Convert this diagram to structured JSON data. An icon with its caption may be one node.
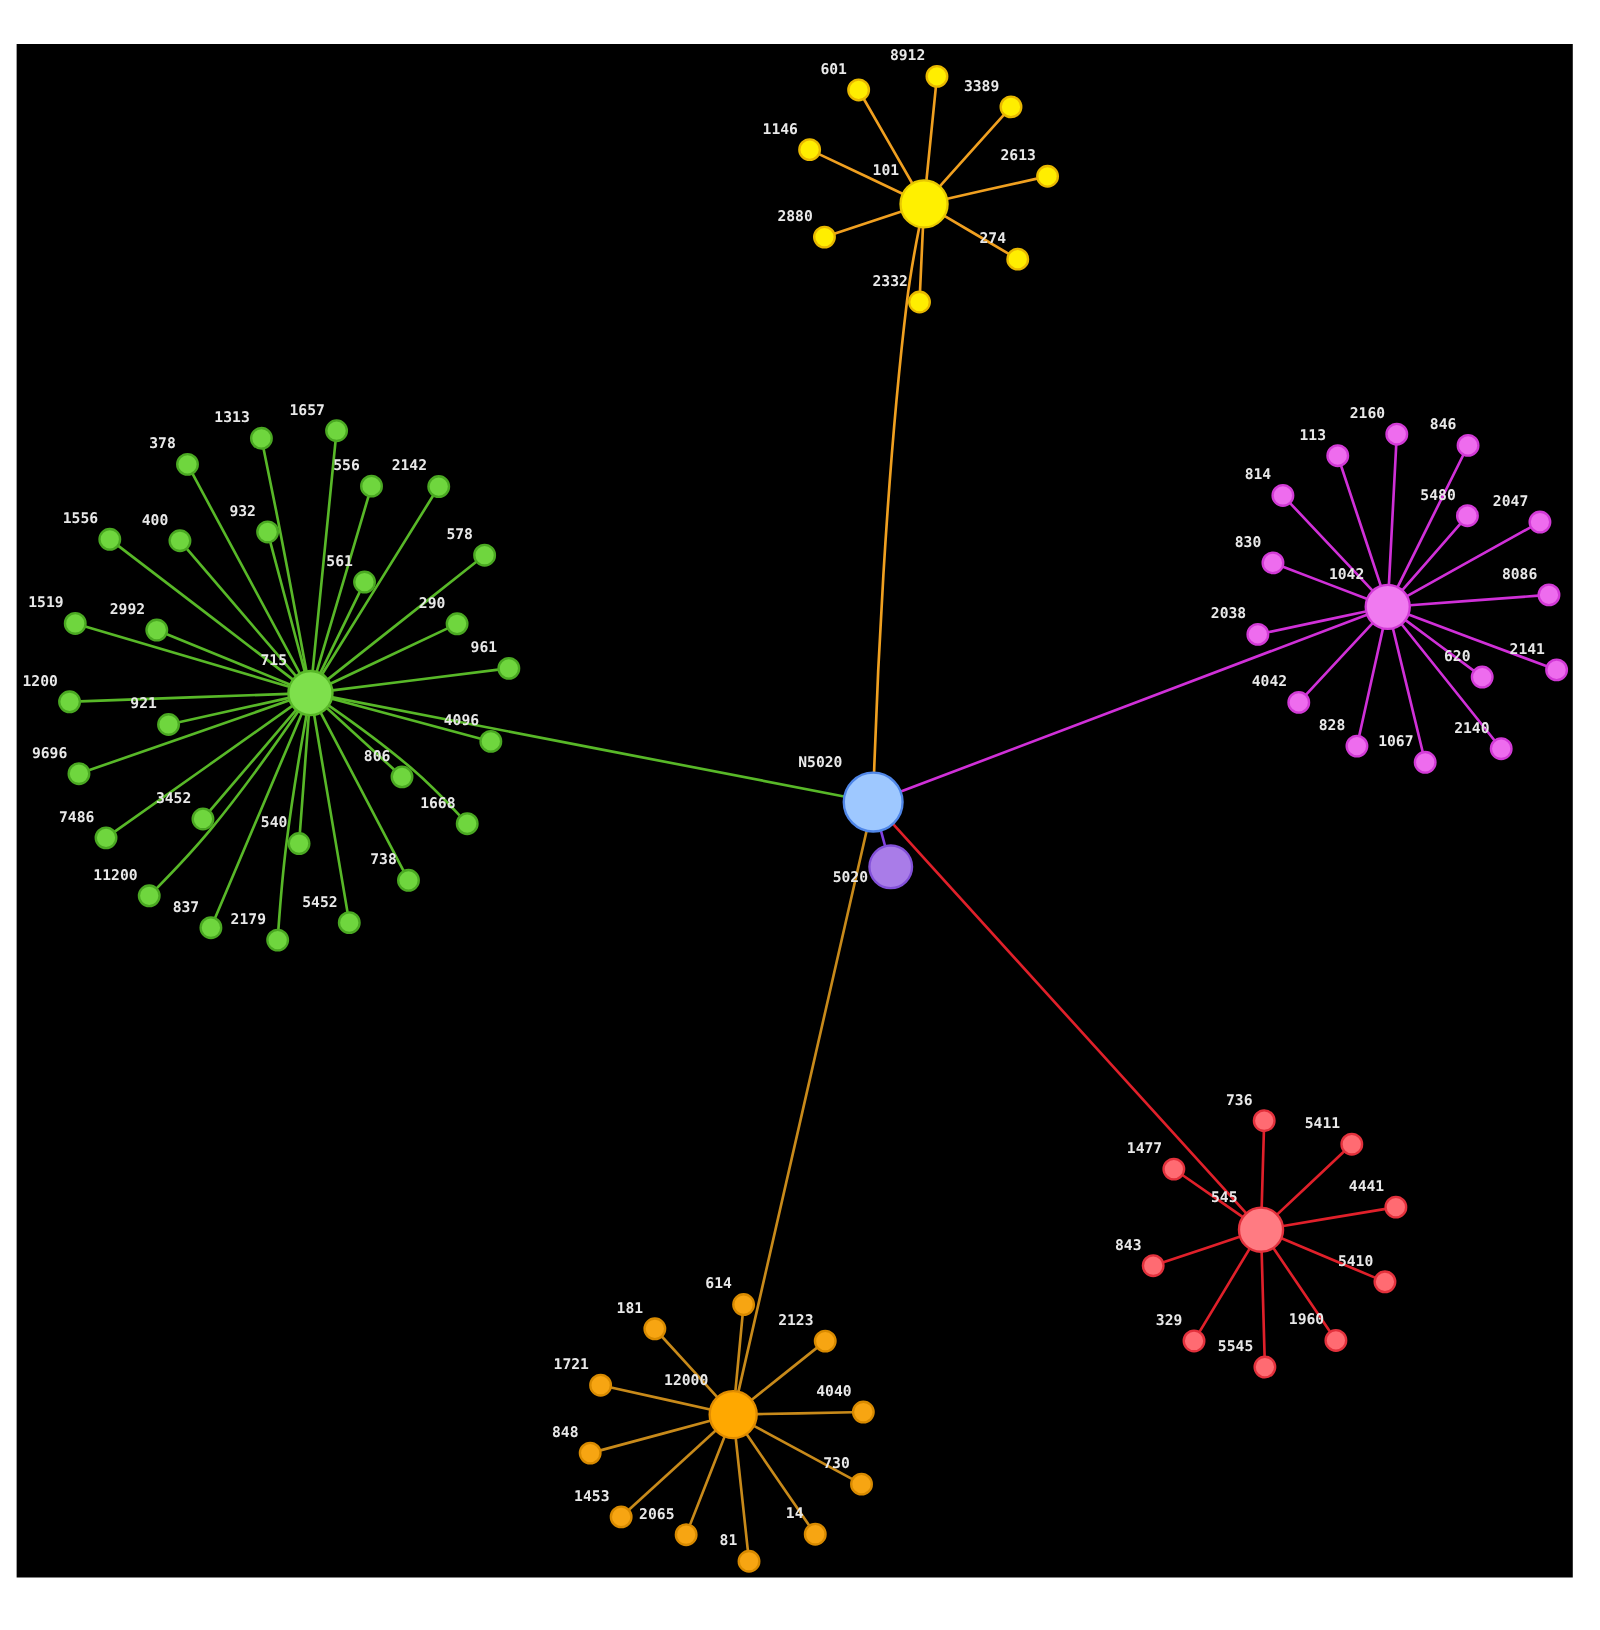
{
  "diagram": {
    "nodes": [
      {
        "text": [
          "N5020"
        ]
      },
      {
        "text": [
          "545"
        ]
      },
      {
        "text": [
          "5545"
        ]
      },
      {
        "text": [
          "736"
        ]
      },
      {
        "text": [
          "5411"
        ]
      },
      {
        "text": [
          "1477"
        ]
      },
      {
        "text": [
          "843"
        ]
      },
      {
        "text": [
          "4441"
        ]
      },
      {
        "text": [
          "329"
        ]
      },
      {
        "text": [
          "5410"
        ]
      },
      {
        "text": [
          "1960"
        ]
      },
      {
        "text": [
          "715"
        ]
      },
      {
        "text": [
          "4096"
        ]
      },
      {
        "text": [
          "961"
        ]
      },
      {
        "text": [
          "1313"
        ]
      },
      {
        "text": [
          "5452"
        ]
      },
      {
        "text": [
          "738"
        ]
      },
      {
        "text": [
          "1556"
        ]
      },
      {
        "text": [
          "1519"
        ]
      },
      {
        "text": [
          "2992"
        ]
      },
      {
        "text": [
          "3452"
        ]
      },
      {
        "text": [
          "7486"
        ]
      },
      {
        "text": [
          "556"
        ]
      },
      {
        "text": [
          "2142"
        ]
      },
      {
        "text": [
          "378"
        ]
      },
      {
        "text": [
          "2179"
        ]
      },
      {
        "text": [
          "578"
        ]
      },
      {
        "text": [
          "921"
        ]
      },
      {
        "text": [
          "837"
        ]
      },
      {
        "text": [
          "1668"
        ]
      },
      {
        "text": [
          "932"
        ]
      },
      {
        "text": [
          "806"
        ]
      },
      {
        "text": [
          "11200"
        ]
      },
      {
        "text": [
          "400"
        ]
      },
      {
        "text": [
          "290"
        ]
      },
      {
        "text": [
          "540"
        ]
      },
      {
        "text": [
          "561"
        ]
      },
      {
        "text": [
          "1657"
        ]
      },
      {
        "text": [
          "1200"
        ]
      },
      {
        "text": [
          "9696"
        ]
      },
      {
        "text": [
          "1042"
        ]
      },
      {
        "text": [
          "814"
        ]
      },
      {
        "text": [
          "830"
        ]
      },
      {
        "text": [
          "5480"
        ]
      },
      {
        "text": [
          "620"
        ]
      },
      {
        "text": [
          "4042"
        ]
      },
      {
        "text": [
          "2140"
        ]
      },
      {
        "text": [
          "1067"
        ]
      },
      {
        "text": [
          "8086"
        ]
      },
      {
        "text": [
          "2141"
        ]
      },
      {
        "text": [
          "2038"
        ]
      },
      {
        "text": [
          "2047"
        ]
      },
      {
        "text": [
          "2160"
        ]
      },
      {
        "text": [
          "113"
        ]
      },
      {
        "text": [
          "846"
        ]
      },
      {
        "text": [
          "828"
        ]
      },
      {
        "text": [
          "5020"
        ]
      },
      {
        "text": [
          "101"
        ]
      },
      {
        "text": [
          "2613"
        ]
      },
      {
        "text": [
          "1146"
        ]
      },
      {
        "text": [
          "601"
        ]
      },
      {
        "text": [
          "8912"
        ]
      },
      {
        "text": [
          "2880"
        ]
      },
      {
        "text": [
          "3389"
        ]
      },
      {
        "text": [
          "274"
        ]
      },
      {
        "text": [
          "2332"
        ]
      },
      {
        "text": [
          "12000"
        ]
      },
      {
        "text": [
          "4040"
        ]
      },
      {
        "text": [
          "14"
        ]
      },
      {
        "text": [
          "1721"
        ]
      },
      {
        "text": [
          "81"
        ]
      },
      {
        "text": [
          "614"
        ]
      },
      {
        "text": [
          "181"
        ]
      },
      {
        "text": [
          "848"
        ]
      },
      {
        "text": [
          "2065"
        ]
      },
      {
        "text": [
          "730"
        ]
      },
      {
        "text": [
          "2123"
        ]
      },
      {
        "text": [
          "1453"
        ]
      }
    ],
    "edges": [
      {
        "from": 0,
        "to": 1,
        "arrow": "none",
        "color": "#e0202a"
      },
      {
        "from": 0,
        "to": 11,
        "arrow": "none"
      },
      {
        "from": 0,
        "to": 40,
        "arrow": "none",
        "color": "#d030d8"
      },
      {
        "from": 0,
        "to": 56,
        "arrow": "none",
        "color": "#8040e0"
      },
      {
        "from": 0,
        "to": 57,
        "arrow": "none",
        "color": "#f0a020"
      },
      {
        "from": 0,
        "to": 66,
        "arrow": "none",
        "color": "#c88a1a"
      },
      {
        "from": 1,
        "to": 2,
        "arrow": "none",
        "color": "#e0202a"
      },
      {
        "from": 1,
        "to": 3,
        "arrow": "none",
        "color": "#e0202a"
      },
      {
        "from": 1,
        "to": 4,
        "arrow": "none",
        "color": "#e0202a"
      },
      {
        "from": 1,
        "to": 5,
        "arrow": "none",
        "color": "#e0202a"
      },
      {
        "from": 1,
        "to": 6,
        "arrow": "none",
        "color": "#e0202a"
      },
      {
        "from": 1,
        "to": 7,
        "arrow": "none",
        "color": "#e0202a"
      },
      {
        "from": 1,
        "to": 8,
        "arrow": "none",
        "color": "#e0202a"
      },
      {
        "from": 1,
        "to": 9,
        "arrow": "none",
        "color": "#e0202a"
      },
      {
        "from": 1,
        "to": 10,
        "arrow": "none",
        "color": "#e0202a"
      },
      {
        "from": 11,
        "to": 12,
        "arrow": "none"
      },
      {
        "from": 11,
        "to": 13,
        "arrow": "none"
      },
      {
        "from": 11,
        "to": 14,
        "arrow": "none"
      },
      {
        "from": 11,
        "to": 15,
        "arrow": "none"
      },
      {
        "from": 11,
        "to": 16,
        "arrow": "none"
      },
      {
        "from": 11,
        "to": 17,
        "arrow": "none"
      },
      {
        "from": 11,
        "to": 18,
        "arrow": "none"
      },
      {
        "from": 11,
        "to": 19,
        "arrow": "none"
      },
      {
        "from": 11,
        "to": 20,
        "arrow": "none"
      },
      {
        "from": 11,
        "to": 21,
        "arrow": "none"
      },
      {
        "from": 11,
        "to": 22,
        "arrow": "none"
      },
      {
        "from": 11,
        "to": 23,
        "arrow": "none"
      },
      {
        "from": 11,
        "to": 24,
        "arrow": "none"
      },
      {
        "from": 11,
        "to": 25,
        "arrow": "none"
      },
      {
        "from": 11,
        "to": 26,
        "arrow": "none"
      },
      {
        "from": 11,
        "to": 27,
        "arrow": "none"
      },
      {
        "from": 11,
        "to": 28,
        "arrow": "none"
      },
      {
        "from": 11,
        "to": 29,
        "arrow": "none"
      },
      {
        "from": 11,
        "to": 30,
        "arrow": "none"
      },
      {
        "from": 11,
        "to": 31,
        "arrow": "none"
      },
      {
        "from": 11,
        "to": 32,
        "arrow": "none"
      },
      {
        "from": 11,
        "to": 33,
        "arrow": "none"
      },
      {
        "from": 11,
        "to": 34,
        "arrow": "none"
      },
      {
        "from": 11,
        "to": 35,
        "arrow": "none"
      },
      {
        "from": 11,
        "to": 36,
        "arrow": "none"
      },
      {
        "from": 11,
        "to": 37,
        "arrow": "none"
      },
      {
        "from": 11,
        "to": 38,
        "arrow": "none"
      },
      {
        "from": 11,
        "to": 39,
        "arrow": "none"
      },
      {
        "from": 40,
        "to": 41,
        "arrow": "none",
        "color": "#d030d8"
      },
      {
        "from": 40,
        "to": 42,
        "arrow": "none",
        "color": "#d030d8"
      },
      {
        "from": 40,
        "to": 43,
        "arrow": "none",
        "color": "#d030d8"
      },
      {
        "from": 40,
        "to": 44,
        "arrow": "none",
        "color": "#d030d8"
      },
      {
        "from": 40,
        "to": 45,
        "arrow": "none",
        "color": "#d030d8"
      },
      {
        "from": 40,
        "to": 46,
        "arrow": "none",
        "color": "#d030d8"
      },
      {
        "from": 40,
        "to": 47,
        "arrow": "none",
        "color": "#d030d8"
      },
      {
        "from": 40,
        "to": 48,
        "arrow": "none",
        "color": "#d030d8"
      },
      {
        "from": 40,
        "to": 49,
        "arrow": "none",
        "color": "#d030d8"
      },
      {
        "from": 40,
        "to": 50,
        "arrow": "none",
        "color": "#d030d8"
      },
      {
        "from": 40,
        "to": 51,
        "arrow": "none",
        "color": "#d030d8"
      },
      {
        "from": 40,
        "to": 52,
        "arrow": "none",
        "color": "#d030d8"
      },
      {
        "from": 40,
        "to": 53,
        "arrow": "none",
        "color": "#d030d8"
      },
      {
        "from": 40,
        "to": 54,
        "arrow": "none",
        "color": "#d030d8"
      },
      {
        "from": 40,
        "to": 55,
        "arrow": "none",
        "color": "#d030d8"
      },
      {
        "from": 57,
        "to": 58,
        "arrow": "none",
        "color": "#f0a020"
      },
      {
        "from": 57,
        "to": 59,
        "arrow": "none",
        "color": "#f0a020"
      },
      {
        "from": 57,
        "to": 60,
        "arrow": "none",
        "color": "#f0a020"
      },
      {
        "from": 57,
        "to": 61,
        "arrow": "none",
        "color": "#f0a020"
      },
      {
        "from": 57,
        "to": 62,
        "arrow": "none",
        "color": "#f0a020"
      },
      {
        "from": 57,
        "to": 63,
        "arrow": "none",
        "color": "#f0a020"
      },
      {
        "from": 57,
        "to": 64,
        "arrow": "none",
        "color": "#f0a020"
      },
      {
        "from": 57,
        "to": 65,
        "arrow": "none",
        "color": "#f0a020"
      },
      {
        "from": 66,
        "to": 67,
        "arrow": "none",
        "color": "#c88a1a"
      },
      {
        "from": 66,
        "to": 68,
        "arrow": "none",
        "color": "#c88a1a"
      },
      {
        "from": 66,
        "to": 69,
        "arrow": "none",
        "color": "#c88a1a"
      },
      {
        "from": 66,
        "to": 70,
        "arrow": "none",
        "color": "#c88a1a"
      },
      {
        "from": 66,
        "to": 71,
        "arrow": "none",
        "color": "#c88a1a"
      },
      {
        "from": 66,
        "to": 72,
        "arrow": "none",
        "color": "#c88a1a"
      },
      {
        "from": 66,
        "to": 73,
        "arrow": "none",
        "color": "#c88a1a"
      },
      {
        "from": 66,
        "to": 74,
        "arrow": "none",
        "color": "#c88a1a"
      },
      {
        "from": 66,
        "to": 75,
        "arrow": "none",
        "color": "#c88a1a"
      },
      {
        "from": 66,
        "to": 76,
        "arrow": "none",
        "color": "#c88a1a"
      },
      {
        "from": 66,
        "to": 77,
        "arrow": "none",
        "color": "#c88a1a"
      }
    ]
  }
}
